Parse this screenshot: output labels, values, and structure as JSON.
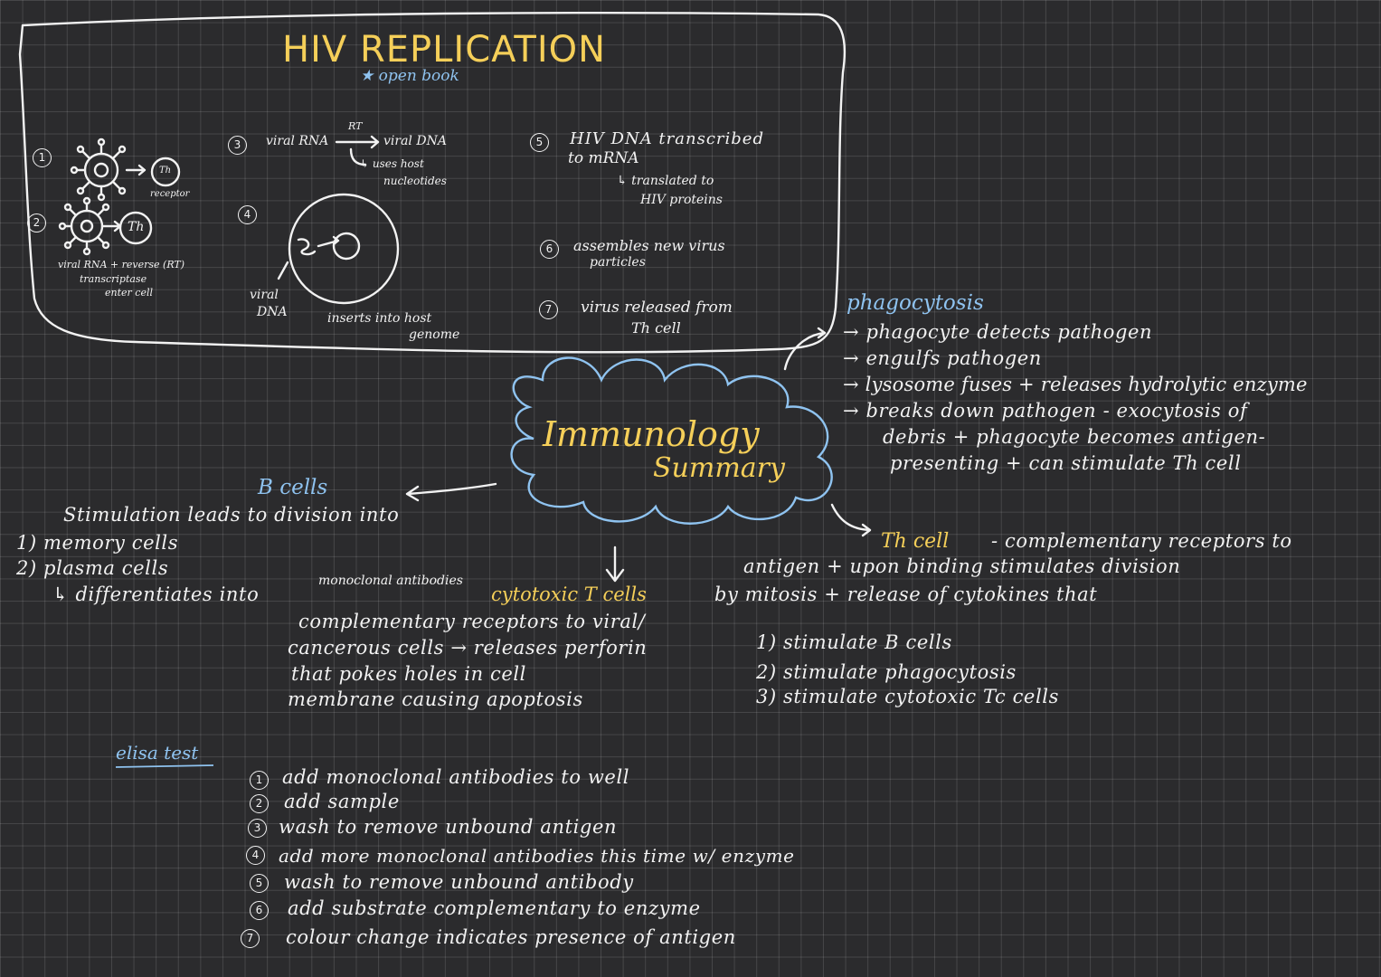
{
  "hiv": {
    "title": "HIV REPLICATION",
    "subtitle": "★ open book",
    "step1_num": "1",
    "step1_cell": "Th",
    "step1_receptor": "receptor",
    "step2_num": "2",
    "step2_cell": "Th",
    "step2_caption": [
      "viral RNA + reverse (RT)",
      "transcriptase",
      "enter cell"
    ],
    "step3_num": "3",
    "step3_rt": "RT",
    "step3_a": "viral RNA",
    "step3_b": "viral DNA",
    "step3_c": "↳ uses host",
    "step3_d": "nucleotides",
    "step4_num": "4",
    "step4_label": [
      "viral",
      "DNA"
    ],
    "step4_caption": [
      "inserts into host",
      "genome"
    ],
    "step5_num": "5",
    "step5_a": "HIV DNA transcribed",
    "step5_b": "to mRNA",
    "step5_c": "↳ translated to",
    "step5_d": "HIV proteins",
    "step6_num": "6",
    "step6_a": "assembles new virus",
    "step6_b": "particles",
    "step7_num": "7",
    "step7_a": "virus released from",
    "step7_b": "Th cell"
  },
  "center": {
    "title": "Immunology",
    "subtitle": "Summary"
  },
  "phagocytosis": {
    "heading": "phagocytosis",
    "lines": [
      "→ phagocyte detects pathogen",
      "→ engulfs pathogen",
      "→ lysosome fuses + releases hydrolytic enzyme",
      "→ breaks down pathogen - exocytosis of",
      "debris + phagocyte becomes antigen-",
      "presenting + can stimulate Th cell"
    ]
  },
  "bcells": {
    "heading": "B cells",
    "lines": [
      "Stimulation leads to division into",
      "1) memory cells",
      "2) plasma cells",
      "↳ differentiates into"
    ],
    "mono": "monoclonal antibodies"
  },
  "cytotoxic": {
    "heading": "cytotoxic T cells",
    "lines": [
      "complementary receptors to viral/",
      "cancerous cells → releases perforin",
      "that pokes holes in cell",
      "membrane causing apoptosis"
    ]
  },
  "thcell": {
    "heading": "Th cell",
    "lines": [
      "- complementary receptors to",
      "antigen + upon binding stimulates division",
      "by mitosis + release of cytokines that",
      "1) stimulate B cells",
      "2) stimulate phagocytosis",
      "3) stimulate cytotoxic Tc cells"
    ]
  },
  "elisa": {
    "heading": "elisa test",
    "steps": [
      {
        "n": "1",
        "text": "add monoclonal antibodies to well"
      },
      {
        "n": "2",
        "text": "add sample"
      },
      {
        "n": "3",
        "text": "wash to remove unbound antigen"
      },
      {
        "n": "4",
        "text": "add more monoclonal antibodies this time w/ enzyme"
      },
      {
        "n": "5",
        "text": "wash to remove unbound antibody"
      },
      {
        "n": "6",
        "text": "add substrate complementary to enzyme"
      },
      {
        "n": "7",
        "text": "colour change indicates presence of antigen"
      }
    ]
  },
  "colors": {
    "background": "#2b2b2d",
    "ink": "#f2f2f2",
    "blue": "#8fc3f0",
    "yellow": "#f5cf59"
  }
}
